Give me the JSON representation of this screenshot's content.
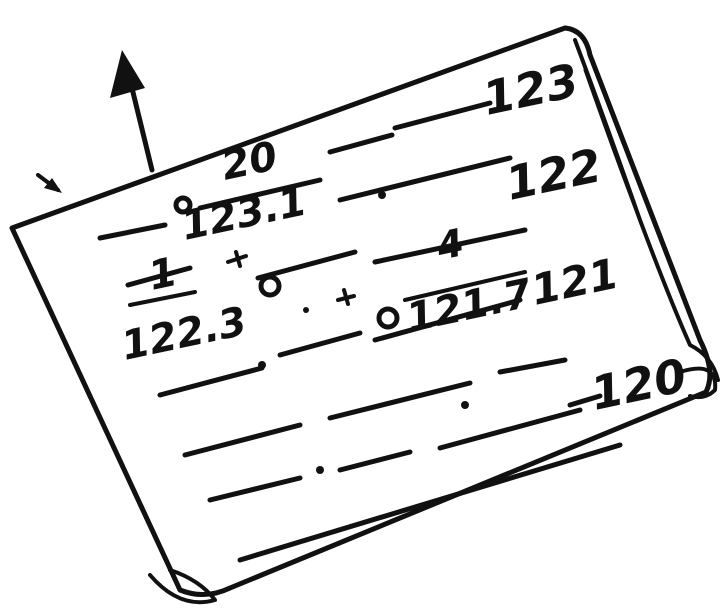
{
  "sheet": {
    "line_labels": [
      "123",
      "122",
      "121",
      "120"
    ],
    "fractions": [
      {
        "numerator": "20",
        "denominator": "123.1"
      },
      {
        "numerator": "1",
        "denominator": "122.3"
      },
      {
        "numerator": "4",
        "denominator": "121.7"
      }
    ]
  },
  "colors": {
    "ink": "#111111",
    "paper": "#ffffff"
  },
  "icons": [
    "up-arrow-icon",
    "pointer-arrow-icon",
    "dot-marker-icon"
  ]
}
